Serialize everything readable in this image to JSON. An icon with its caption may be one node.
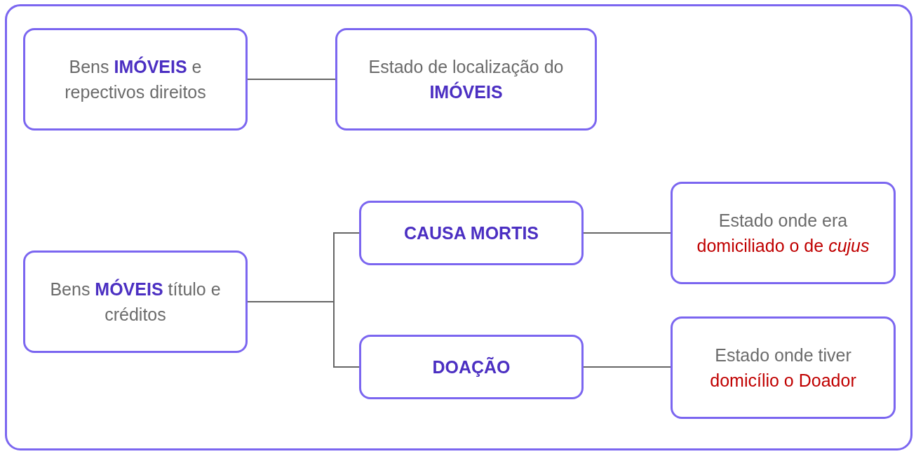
{
  "diagram": {
    "nodes": [
      {
        "text": [
          "Bens **IMÓVEIS** e repectivos direitos"
        ]
      },
      {
        "text": [
          "Estado de localização do **IMÓVEIS**"
        ]
      },
      {
        "text": [
          "Bens **MÓVEIS** título e créditos"
        ]
      },
      {
        "text": [
          "CAUSA MORTIS"
        ]
      },
      {
        "text": [
          "Estado onde era",
          "domiciliado o de *cujus*"
        ]
      },
      {
        "text": [
          "DOAÇÃO"
        ]
      },
      {
        "text": [
          "Estado onde tiver",
          "domicílio o Doador"
        ]
      }
    ],
    "edges": [
      {
        "from": 0,
        "to": 1,
        "arrow": "none"
      },
      {
        "from": 2,
        "to": 3,
        "arrow": "none"
      },
      {
        "from": 2,
        "to": 5,
        "arrow": "none"
      },
      {
        "from": 3,
        "to": 4,
        "arrow": "none"
      },
      {
        "from": 5,
        "to": 6,
        "arrow": "none"
      }
    ]
  }
}
